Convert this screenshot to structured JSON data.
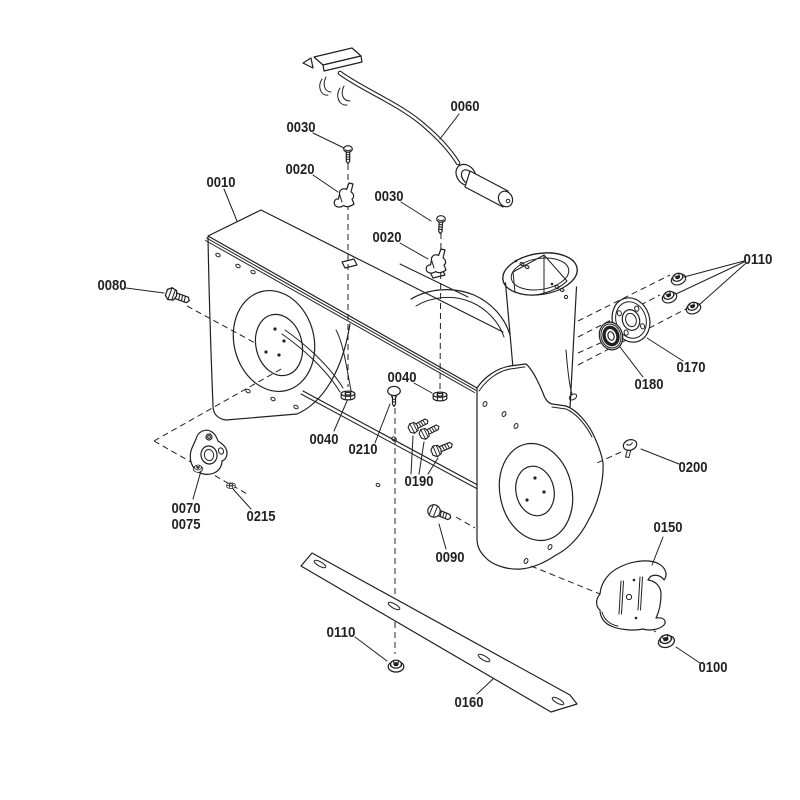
{
  "diagram": {
    "background": "#ffffff",
    "line_color": "#231f20",
    "label_color": "#231f20",
    "callouts": [
      {
        "part": "0010"
      },
      {
        "part": "0030"
      },
      {
        "part": "0020"
      },
      {
        "part": "0030"
      },
      {
        "part": "0020"
      },
      {
        "part": "0060"
      },
      {
        "part": "0080"
      },
      {
        "part": "0110"
      },
      {
        "part": "0170"
      },
      {
        "part": "0180"
      },
      {
        "part": "0040"
      },
      {
        "part": "0040"
      },
      {
        "part": "0210"
      },
      {
        "part": "0190"
      },
      {
        "part": "0090"
      },
      {
        "part": "0070"
      },
      {
        "part": "0075"
      },
      {
        "part": "0215"
      },
      {
        "part": "0200"
      },
      {
        "part": "0150"
      },
      {
        "part": "0100"
      },
      {
        "part": "0110"
      },
      {
        "part": "0160"
      }
    ]
  }
}
